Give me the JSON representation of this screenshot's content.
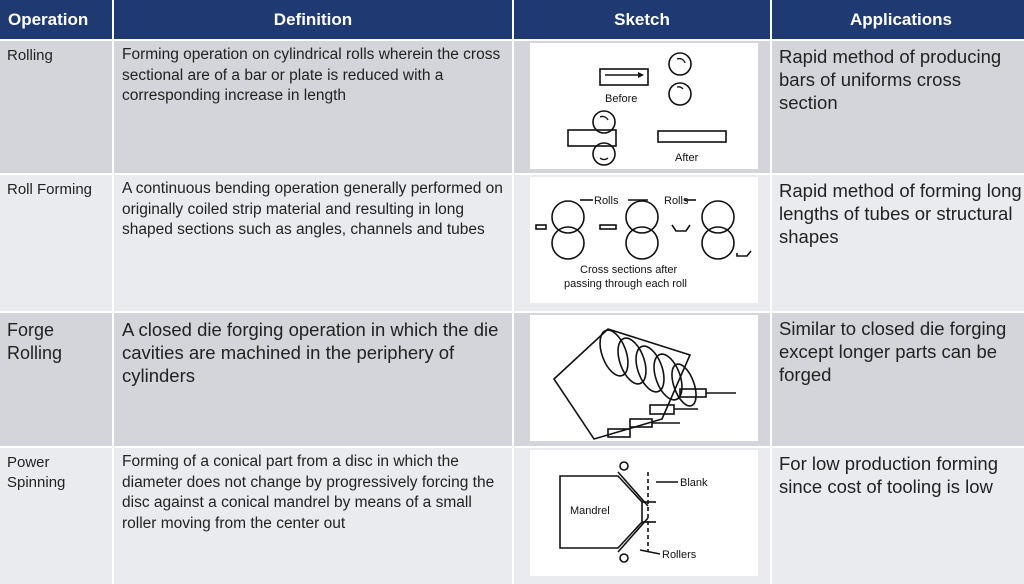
{
  "headers": [
    "Operation",
    "Definition",
    "Sketch",
    "Applications"
  ],
  "rows": [
    {
      "operation": "Rolling",
      "definition": "Forming operation on cylindrical rolls wherein the cross sectional are of a bar or plate is reduced with a corresponding increase in length",
      "sketch_labels": [
        "Before",
        "After"
      ],
      "application": "Rapid method of producing bars of uniforms cross section"
    },
    {
      "operation": "Roll Forming",
      "definition": "A continuous bending operation generally performed on originally coiled strip material and resulting in long shaped sections such as angles, channels and tubes",
      "sketch_labels": [
        "Rolls",
        "Rolls",
        "Cross sections after",
        "passing through each roll"
      ],
      "application": "Rapid method of forming long lengths of tubes or structural shapes"
    },
    {
      "operation": "Forge Rolling",
      "definition": "A closed die forging operation in which the die cavities are machined in the periphery of cylinders",
      "sketch_labels": [],
      "application": "Similar to closed die forging except longer parts can be forged"
    },
    {
      "operation": "Power Spinning",
      "definition": "Forming of a conical part from a disc in which the diameter does not change by progressively forcing the disc against a conical mandrel by means of a small roller moving from the center out",
      "sketch_labels": [
        "Blank",
        "Mandrel",
        "Rollers"
      ],
      "application": "For low production forming since cost of tooling is low"
    }
  ],
  "colors": {
    "header_bg": "#1f3a73",
    "header_text": "#ffffff",
    "row_dark": "#d3d5da",
    "row_light": "#eaebee"
  }
}
